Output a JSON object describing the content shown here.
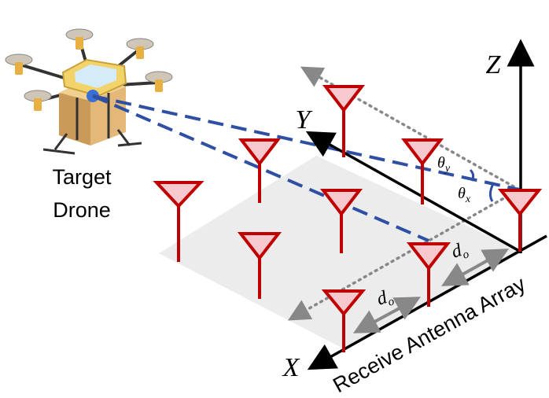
{
  "target_label_line1": "Target",
  "target_label_line2": "Drone",
  "array_label": "Receive Antenna Array",
  "axes": {
    "x": "X",
    "y": "Y",
    "z": "Z"
  },
  "angles": {
    "theta_x": "θ",
    "theta_x_sub": "x",
    "theta_y": "θ",
    "theta_y_sub": "y"
  },
  "spacing": {
    "d": "d",
    "sub": "o"
  },
  "colors": {
    "antenna_stroke": "#c00000",
    "antenna_fill": "#f6c9cf",
    "beam": "#2e4fa3",
    "dotted": "#888888",
    "plane": "#ececec"
  }
}
